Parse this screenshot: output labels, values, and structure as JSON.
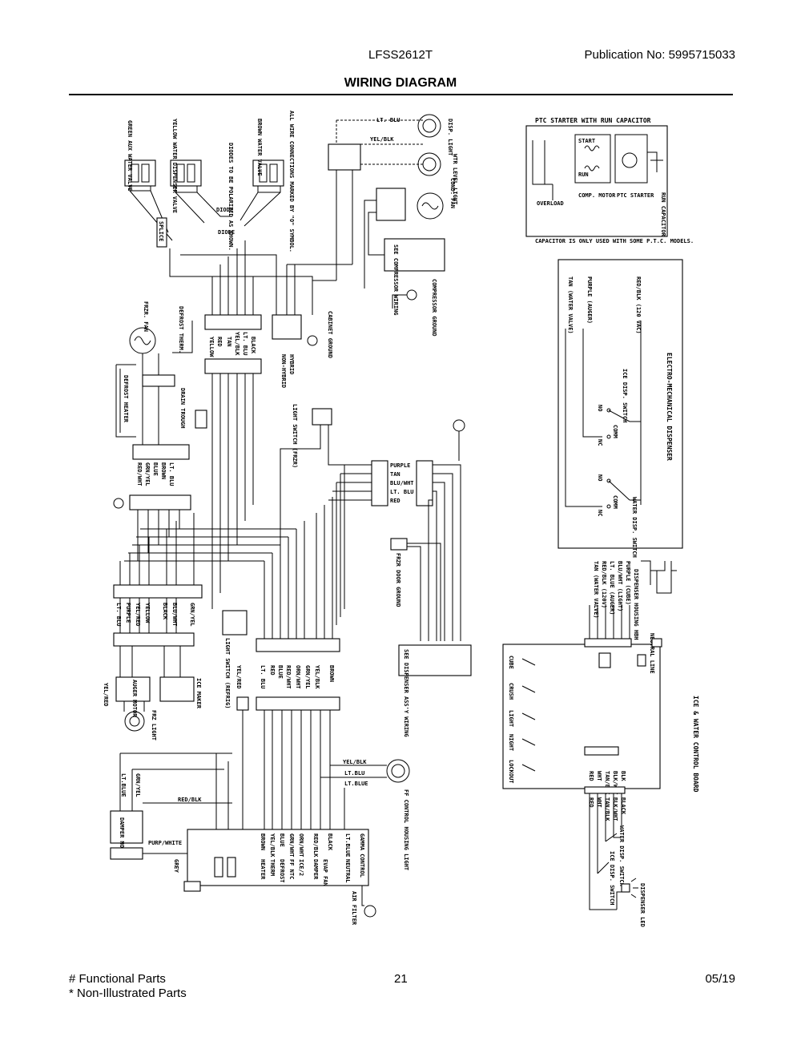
{
  "header": {
    "model": "LFSS2612T",
    "publication": "Publication No:  5995715033",
    "title": "WIRING DIAGRAM"
  },
  "footer": {
    "note_functional": "# Functional Parts",
    "note_non_illustrated": "* Non-Illustrated Parts",
    "page_number": "21",
    "date": "05/19"
  },
  "labels": {
    "green_aux_valve": "GREEN AUX WATER VALVE",
    "yellow_dispenser_valve": "YELLOW WATER DISPENSER VALVE",
    "brown_water_valve": "BROWN WATER VALVE",
    "diodes_note": "DIODES TO BE POLARIZED AS SHOWN.",
    "connections_note": "ALL WIRE CONNECTIONS MARKED BY \"O\" SYMBOL.",
    "disp_light": "DISP. LIGHT",
    "wtr_level_light": "WTR LEVEL LIGHT",
    "lt_blu": "LT. BLU",
    "yel_blk": "YEL/BLK",
    "cond_fan": "COND. FAN",
    "see_compressor": "SEE COMPRESSOR WIRING",
    "compressor_ground": "COMPRESSOR GROUND",
    "cabinet_ground": "CABINET GROUND",
    "splice": "SPLICE",
    "diode_1": "DIODE",
    "diode_2": "DIODE",
    "frzr_fan": "FRZR. FAN",
    "defrost_therm": "DEFROST THERM.",
    "defrost_heater": "DEFROST HEATER",
    "drain_trough": "DRAIN TROUGH",
    "hybrid": "HYBRID",
    "non_hybrid": "NON-HYBRID",
    "light_switch_frzr": "LIGHT SWITCH (FRZR)",
    "light_switch_refrig": "LIGHT SWITCH (REFRIG)",
    "frzr_door_ground": "FRZR DOOR GROUND",
    "see_dispenser": "SEE DISPENSER ASS'Y WIRING",
    "ice_maker": "ICE MAKER",
    "auger_motor": "AUGER MOTOR",
    "frz_light": "FRZ LIGHT",
    "damper_motor": "DAMPER MOTOR",
    "ff_control_housing_light": "FF CONTROL HOUSING LIGHT",
    "gamma_control": "GAMMA CONTROL",
    "air_filter": "AIR FILTER",
    "ptc_title": "PTC STARTER WITH RUN CAPACITOR",
    "ptc_overload": "OVERLOAD",
    "ptc_comp_motor": "COMP. MOTOR",
    "ptc_starter": "PTC STARTER",
    "ptc_start": "START",
    "ptc_run": "RUN",
    "ptc_run_capacitor": "RUN CAPACITOR",
    "ptc_note": "CAPACITOR IS ONLY USED WITH SOME P.T.C. MODELS.",
    "emd_title": "ELECTRO-MECHANICAL DISPENSER",
    "emd_red_blk": "RED/BLK (120 VAC)",
    "emd_purple": "PURPLE (AUGER)",
    "emd_tan": "TAN (WATER VALVE)",
    "emd_ice_switch": "ICE DISP. SWITCH",
    "emd_water_switch": "WATER DISP. SWITCH",
    "emd_no": "NO",
    "emd_nc": "NC",
    "emd_comm": "COMM",
    "icb_title": "ICE & WATER CONTROL BOARD",
    "icb_cube": "CUBE",
    "icb_crush": "CRUSH",
    "icb_light": "LIGHT",
    "icb_night": "NIGHT",
    "icb_lockout": "LOCKOUT",
    "dispenser_housing_hbh": "DISPENSER HOUSING HBH",
    "dispenser_led": "DISPENSER LED",
    "ice_disp_switch": "ICE DISP. SWITCH",
    "water_disp_switch": "WATER DISP. SWITCH",
    "neutral_line": "NEUTRAL LINE"
  },
  "wire_colors": {
    "conn_center": [
      "YELLOW",
      "RED",
      "TAN",
      "YEL/BLK",
      "LT. BLU",
      "BLACK"
    ],
    "conn_left": [
      "RED/WHT",
      "GRN/YEL",
      "BLUE",
      "BROWN",
      "LT. BLU"
    ],
    "harness_left": [
      "LT. BLU",
      "PURPLE",
      "YEL/RED",
      "YELLOW",
      "BLACK",
      "BLU/WHT",
      "GRN/YEL"
    ],
    "conn_right": [
      "PURPLE",
      "TAN",
      "BLU/WHT",
      "LT. BLU",
      "RED"
    ],
    "harness_lower": [
      "YEL/RED",
      "LT. BLU",
      "RED",
      "BLUE",
      "RED/WHT",
      "ORN/WHT",
      "GRN/YEL",
      "YEL/BLK",
      "BROWN"
    ],
    "gamma_pins": [
      "BROWN",
      "YEL/BLK",
      "BLUE",
      "GRN/WHT",
      "ORN/WHT",
      "RED/BLK",
      "BLACK",
      "LT.BLUE"
    ],
    "gamma_funcs": [
      "HEATER",
      "THERM",
      "DEFROST",
      "FF NTC",
      "ICE/2",
      "DAMPER",
      "EVAP FAN",
      "NEUTRAL"
    ],
    "housing_wires": [
      "PURPLE (CUBE)",
      "BLU/WHT (LIGHT)",
      "LT. BLUE (AUGER)",
      "RED/BLK (120V)",
      "TAN (WATER VALVE)"
    ],
    "board_wires": [
      "RED",
      "WHT",
      "TAN/BLK",
      "BLK/WHT",
      "BLK"
    ],
    "lower_wires": [
      "RED",
      "WHT",
      "TAN/BLK",
      "BLK/WHT",
      "BLACK"
    ],
    "misc": [
      "YEL/BLK",
      "LT.BLU",
      "LT.BLUE",
      "GRN/YEL",
      "LT.BLUE",
      "RED/BLK",
      "PURP/WHITE",
      "GREY",
      "YEL/RED"
    ]
  }
}
